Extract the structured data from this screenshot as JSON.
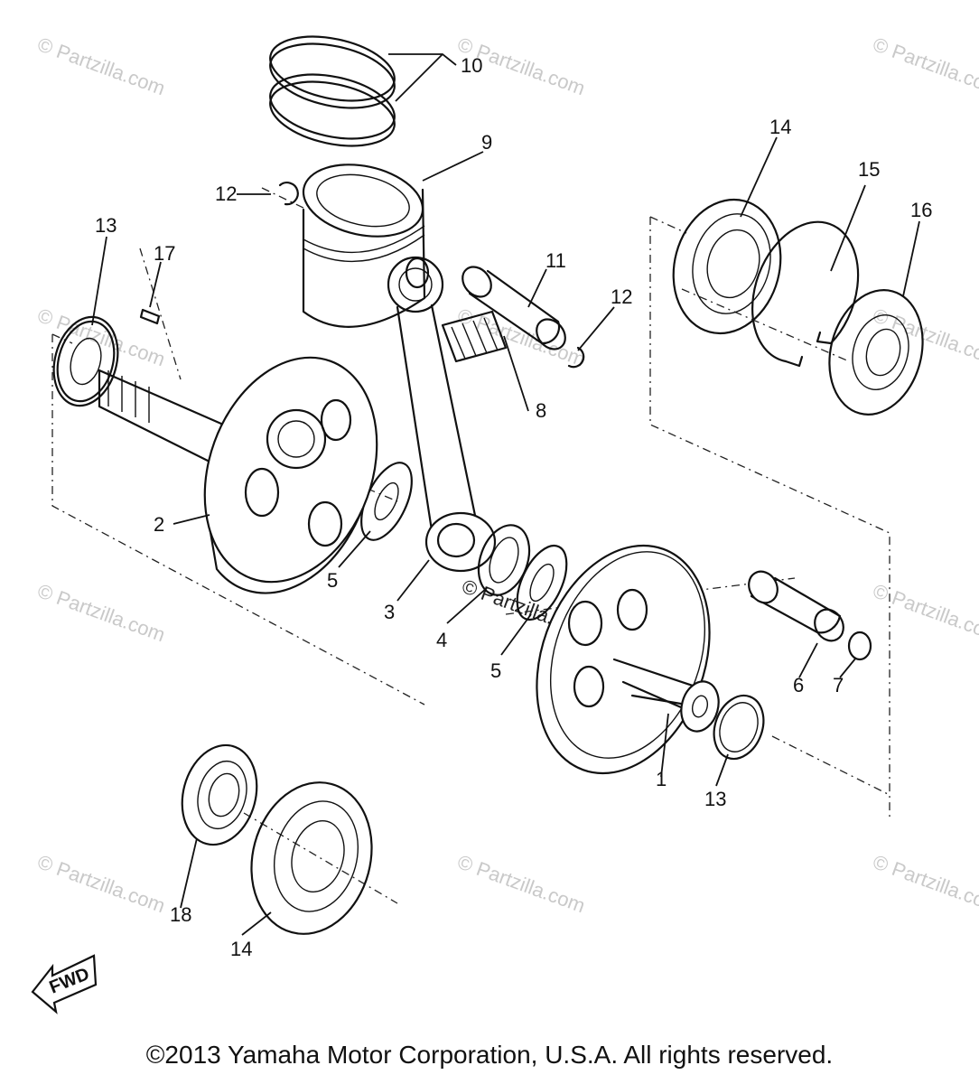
{
  "watermark": "© Partzilla.com",
  "callouts": [
    "10",
    "9",
    "12",
    "12",
    "11",
    "13",
    "17",
    "2",
    "5",
    "3",
    "8",
    "4",
    "5",
    "14",
    "15",
    "16",
    "1",
    "6",
    "7",
    "13",
    "18",
    "14"
  ],
  "fwd_label": "FWD",
  "copyright": "©2013 Yamaha Motor Corporation, U.S.A. All rights reserved."
}
